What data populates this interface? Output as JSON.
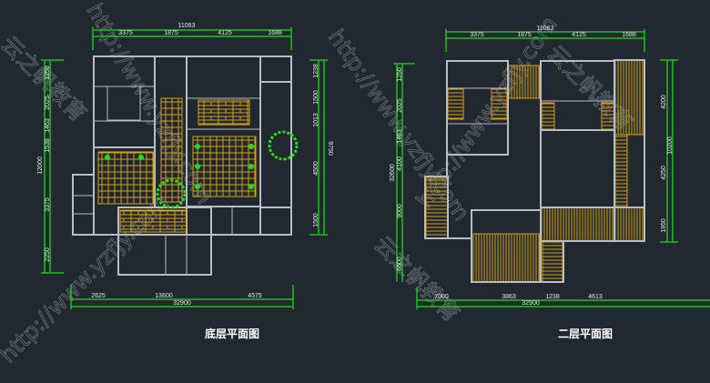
{
  "plan_ground": {
    "title": "底层平面图",
    "top_total": "11063",
    "top_dims": [
      "3375",
      "1875",
      "4125",
      "1688"
    ],
    "left_total": "12000",
    "left_dims": [
      "1250",
      "2025",
      "1463",
      "1538",
      "3375",
      "2250"
    ],
    "right_total": "9750",
    "right_dims": [
      "1238",
      "1500",
      "1013",
      "4500",
      "1500"
    ],
    "bottom_total": "32900",
    "bottom_dims": [
      "2625",
      "13600",
      "4575"
    ]
  },
  "plan_second": {
    "title": "二层平面图",
    "top_total": "11063",
    "top_dims": [
      "3375",
      "1875",
      "4125",
      "1688"
    ],
    "left_total": "32600",
    "left_dims": [
      "1250",
      "2025",
      "1463",
      "4100",
      "9000",
      "6600"
    ],
    "right_total": "10200",
    "right_dims": [
      "4200",
      "4250",
      "1950"
    ],
    "bottom_total": "32900",
    "bottom_dims": [
      "7000",
      "3863",
      "1238",
      "4613"
    ]
  },
  "watermark": {
    "url": "http://www.yzfjy.com",
    "brand": "云之帆教育"
  },
  "colors": {
    "background": "#212830",
    "dimension": "#18c418",
    "wall": "#b9bcc0",
    "paving": "#d4a017",
    "tree": "#22dd22"
  }
}
